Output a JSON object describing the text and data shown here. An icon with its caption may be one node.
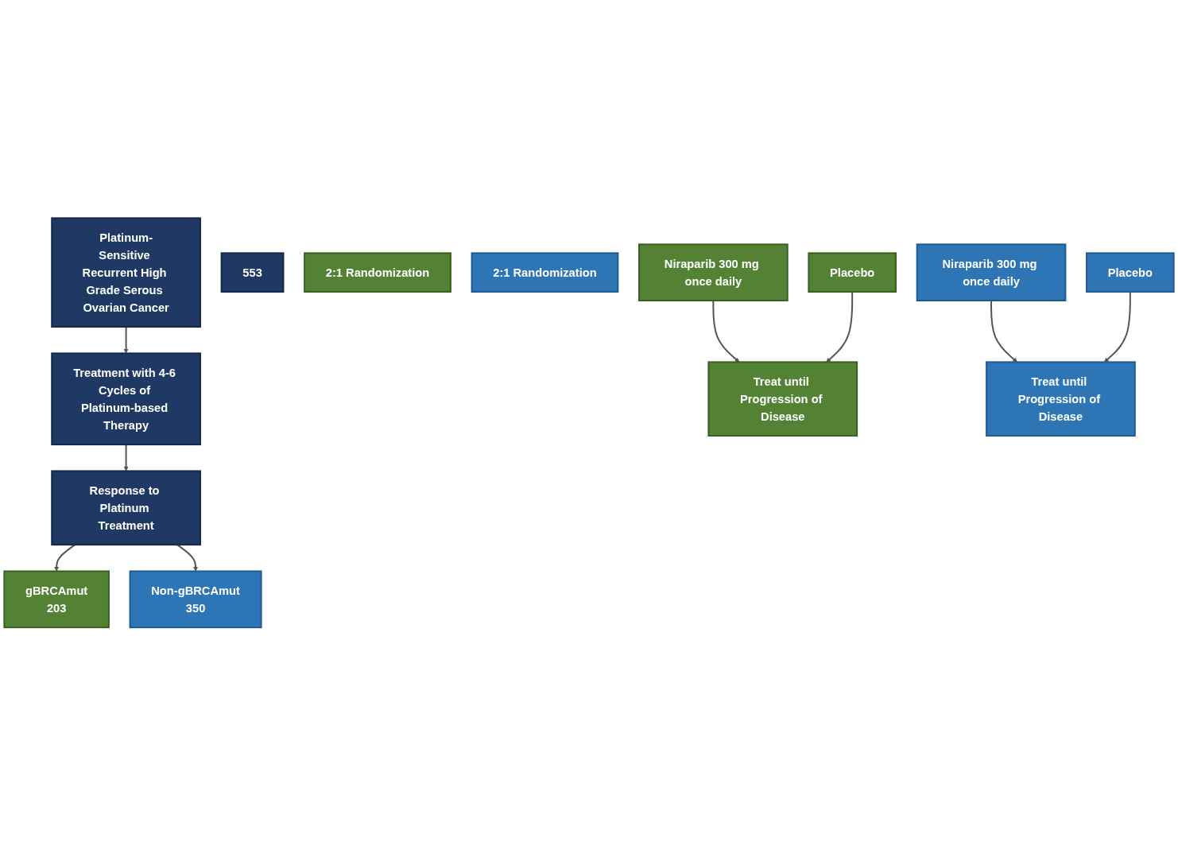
{
  "diagram": {
    "nodes": [
      {
        "text": [
          "Platinum-Sensitive Recurrent High Grade Serous Ovarian Cancer"
        ]
      },
      {
        "text": [
          "Treatment with 4-6 Cycles of Platinum-based Therapy"
        ]
      },
      {
        "text": [
          "Response to Platinum Treatment"
        ]
      },
      {
        "text": [
          "553"
        ]
      },
      {
        "text": [
          "gBRCAmut",
          "203"
        ]
      },
      {
        "text": [
          "Non-gBRCAmut",
          "350"
        ]
      },
      {
        "text": [
          "2:1 Randomization"
        ]
      },
      {
        "text": [
          "2:1 Randomization"
        ]
      },
      {
        "text": [
          "Niraparib 300 mg once daily"
        ]
      },
      {
        "text": [
          "Placebo"
        ]
      },
      {
        "text": [
          "Niraparib 300 mg once daily"
        ]
      },
      {
        "text": [
          "Placebo"
        ]
      },
      {
        "text": [
          "Treat until Progression of Disease"
        ]
      },
      {
        "text": [
          "Treat until Progression of Disease"
        ]
      }
    ],
    "edges": [
      {
        "from": 0,
        "to": 1,
        "arrow": "to"
      },
      {
        "from": 1,
        "to": 2,
        "arrow": "to"
      },
      {
        "from": 2,
        "to": 4,
        "arrow": "to"
      },
      {
        "from": 2,
        "to": 5,
        "arrow": "to"
      },
      {
        "from": 8,
        "to": 12,
        "arrow": "to"
      },
      {
        "from": 9,
        "to": 12,
        "arrow": "to"
      },
      {
        "from": 10,
        "to": 13,
        "arrow": "to"
      },
      {
        "from": 11,
        "to": 13,
        "arrow": "to"
      }
    ]
  }
}
